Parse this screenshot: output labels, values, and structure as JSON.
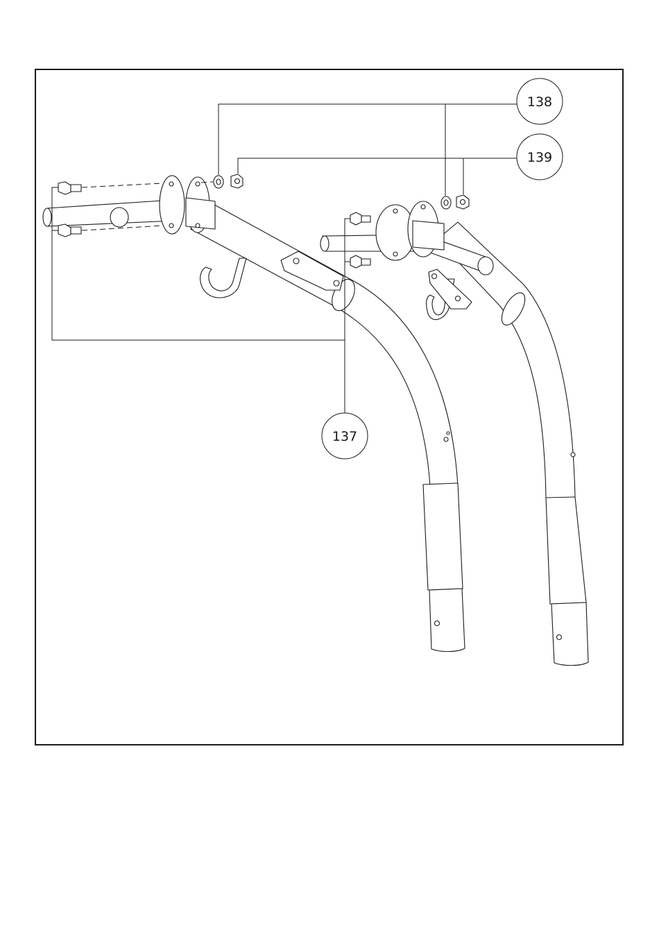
{
  "callouts": {
    "c137": "137",
    "c138": "138",
    "c139": "139"
  },
  "colors": {
    "line": "#1a1a1a",
    "background": "#ffffff"
  },
  "icons": {
    "bolt": "hex-bolt-icon",
    "washer": "washer-icon",
    "nut": "hex-nut-icon",
    "hook": "j-hook-icon"
  }
}
